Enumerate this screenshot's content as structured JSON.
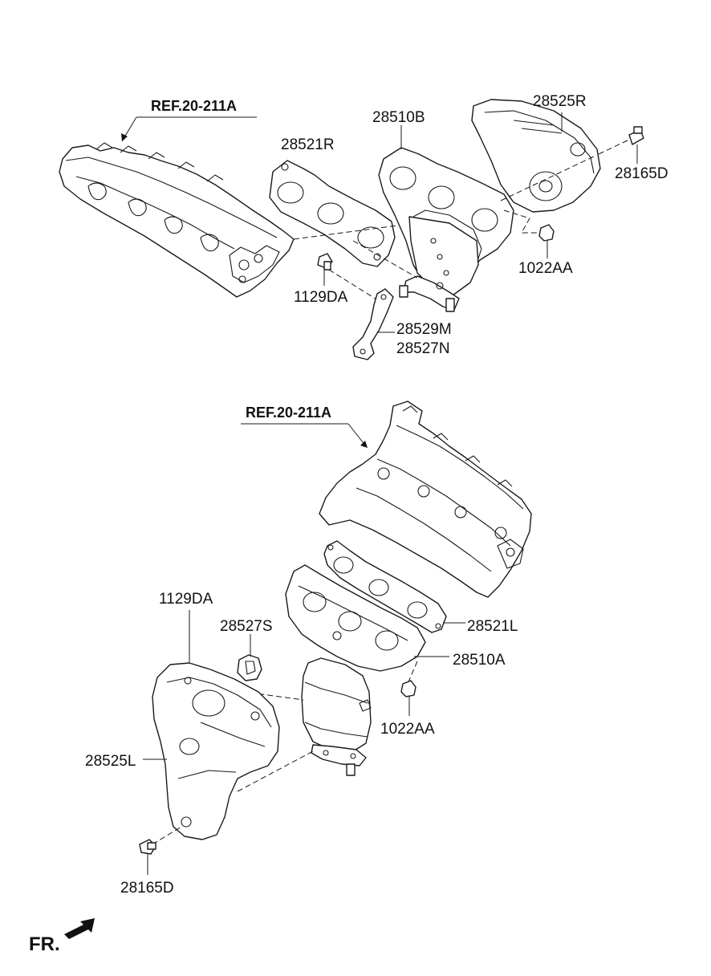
{
  "labels": {
    "ref_upper": "REF.20-211A",
    "ref_lower": "REF.20-211A",
    "gasket_r": "28521R",
    "manifold_b": "28510B",
    "heat_shield_r": "28525R",
    "bolt_upper_right": "28165D",
    "nut_upper": "1022AA",
    "bolt_upper_left": "1129DA",
    "bracket_m": "28529M",
    "bracket_n": "28527N",
    "bolt_lower_left": "1129DA",
    "bracket_s": "28527S",
    "gasket_l": "28521L",
    "manifold_a": "28510A",
    "nut_lower": "1022AA",
    "heat_shield_l": "28525L",
    "bolt_lower": "28165D",
    "front_marker": "FR."
  }
}
